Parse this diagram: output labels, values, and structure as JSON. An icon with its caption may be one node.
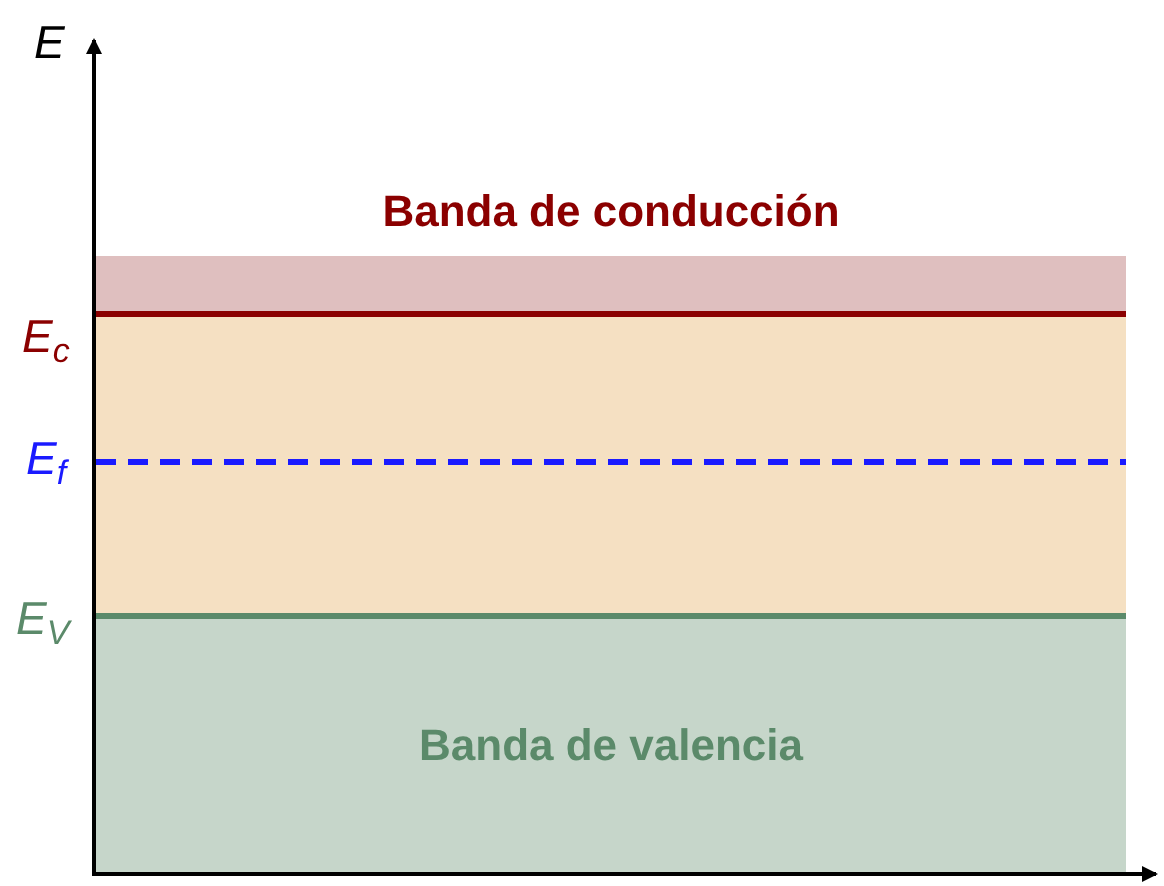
{
  "diagram": {
    "nodes": [
      {
        "text": [
          "Banda de conducción"
        ]
      },
      {
        "text": [
          "Banda de valencia"
        ]
      }
    ],
    "edges": [],
    "labels": [
      "E",
      "E$_{c}$",
      "E$_{f}$",
      "E$_{V}$"
    ]
  }
}
